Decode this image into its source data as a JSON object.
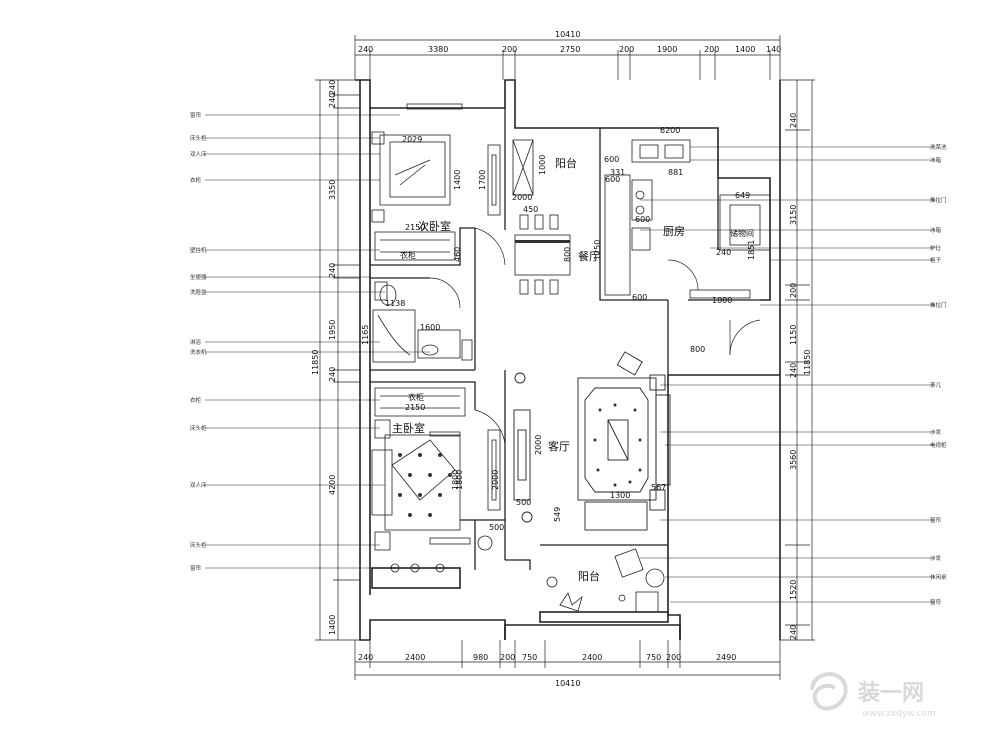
{
  "rooms": {
    "second_bedroom": "次卧室",
    "balcony_north": "阳台",
    "dining": "餐厅",
    "kitchen": "厨房",
    "storage": "储物间",
    "living": "客厅",
    "master_bedroom": "主卧室",
    "balcony_south": "阳台",
    "wardrobe_upper": "衣柜",
    "wardrobe_lower": "衣柜"
  },
  "dims_top": [
    "240",
    "3380",
    "200",
    "2750",
    "200",
    "1900",
    "200",
    "1400",
    "140"
  ],
  "dims_top_total": "10410",
  "dims_bottom": [
    "240",
    "2400",
    "980",
    "200",
    "750",
    "2400",
    "750",
    "200",
    "2490"
  ],
  "dims_bottom_total": "10410",
  "dims_left": [
    "240",
    "240",
    "3350",
    "240",
    "1950",
    "240",
    "4200",
    "1400"
  ],
  "dims_left_total": "11850",
  "dims_right": [
    "240",
    "3150",
    "200",
    "1150",
    "240",
    "3560",
    "1520",
    "240"
  ],
  "dims_right_total": "11850",
  "dims_interior": [
    "2029",
    "1400",
    "1700",
    "2000",
    "1000",
    "600",
    "460",
    "600",
    "450",
    "2150",
    "1250",
    "800",
    "1800",
    "600",
    "649",
    "1851",
    "1000",
    "240",
    "1138",
    "1165",
    "800",
    "1600",
    "2150",
    "1800",
    "2000",
    "2000",
    "500",
    "567",
    "1300",
    "549",
    "500",
    "600",
    "6200",
    "331",
    "881"
  ],
  "labels_left": [
    "窗帘",
    "床头柜",
    "双人床",
    "衣柜",
    "壁挂机",
    "坐便器",
    "洗脸盆",
    "淋浴",
    "洗衣机",
    "衣柜",
    "床头柜",
    "双人床",
    "床头柜",
    "窗帘"
  ],
  "labels_right": [
    "洗菜池",
    "冰箱",
    "推拉门",
    "冰箱",
    "炉灶",
    "柜子",
    "推拉门",
    "茶几",
    "沙发",
    "电视柜",
    "窗帘",
    "沙发",
    "休闲桌",
    "窗帘"
  ],
  "watermark": {
    "logo_text": "装一网",
    "url": "www.zxdyw.com"
  }
}
